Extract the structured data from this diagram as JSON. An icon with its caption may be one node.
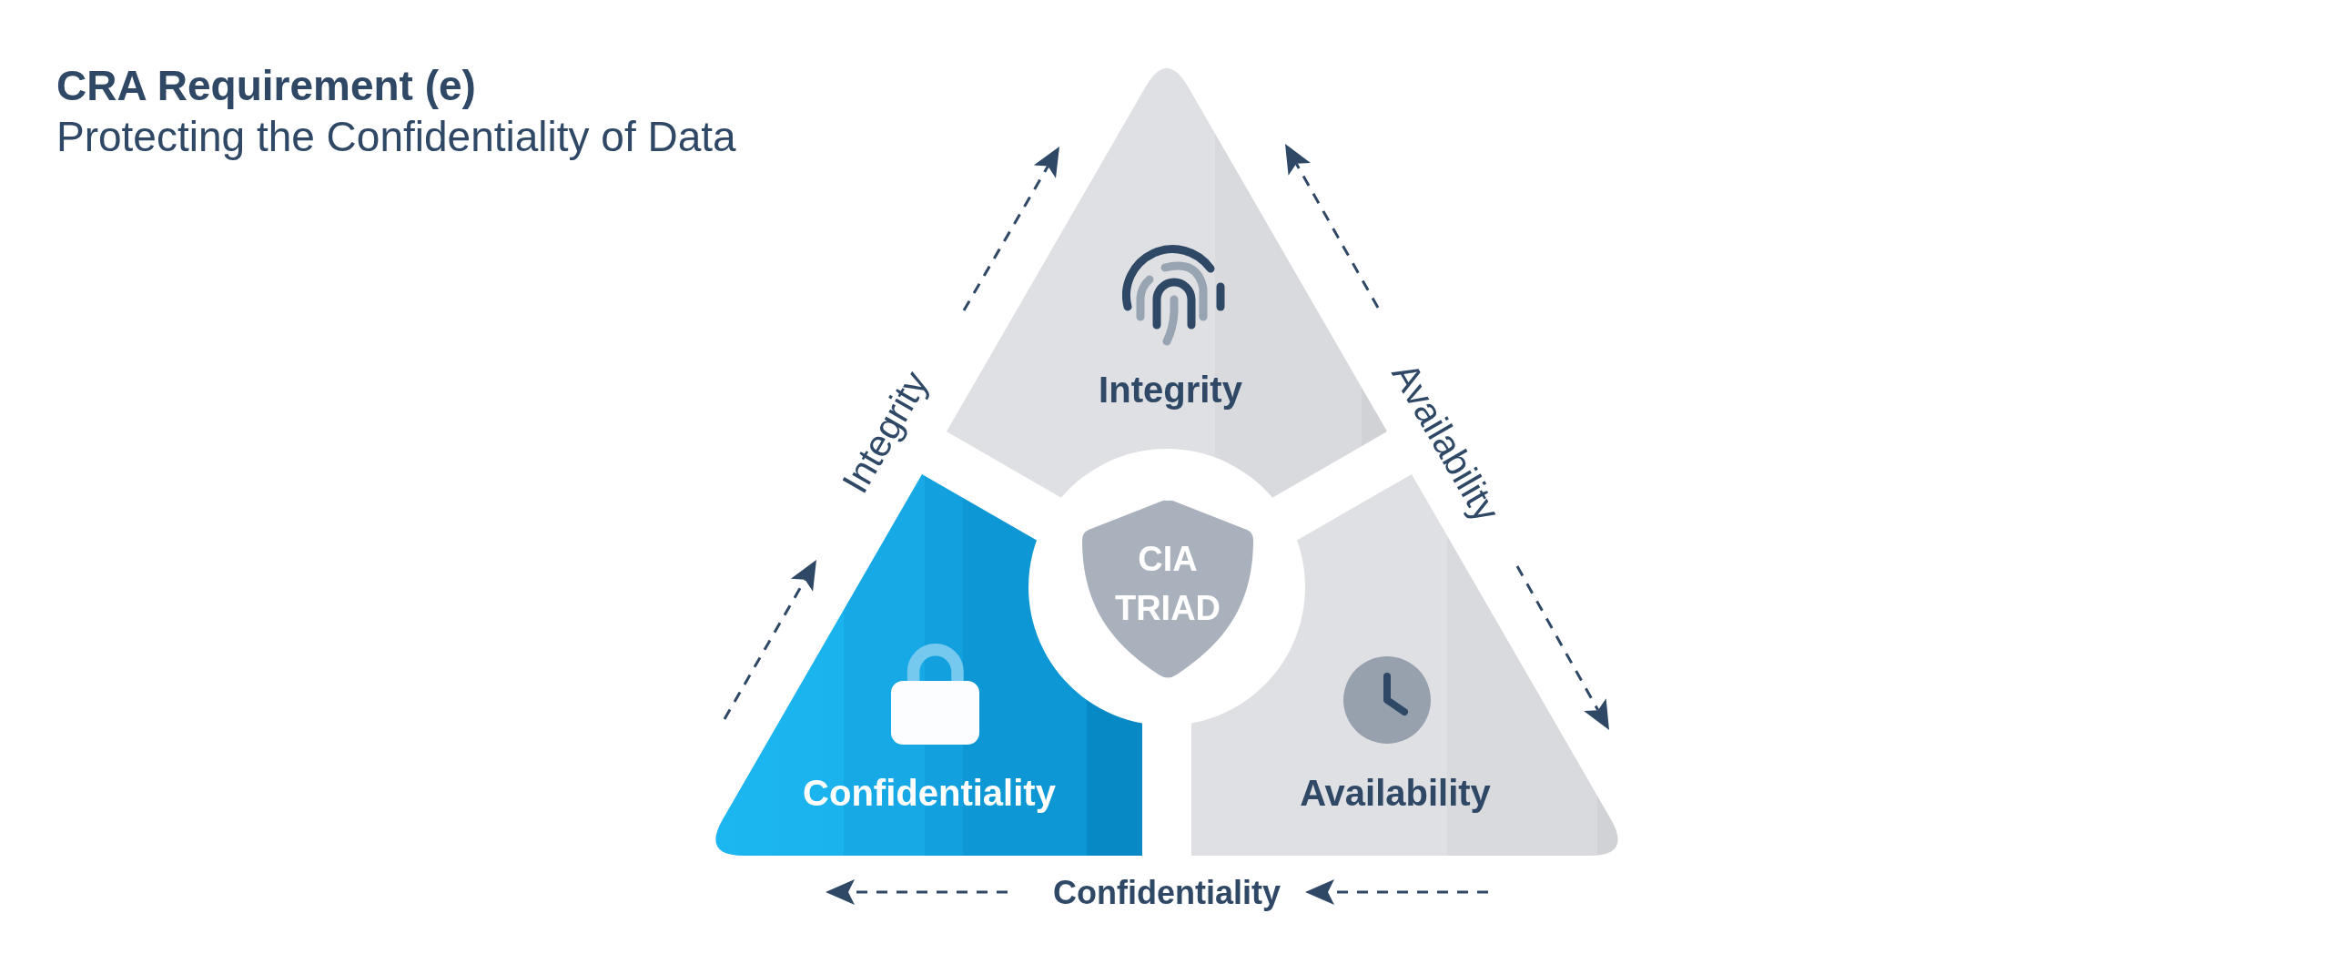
{
  "diagram": {
    "title": "CRA Requirement (e)",
    "nodes": [
      {
        "text": [
          "Integrity"
        ]
      },
      {
        "text": [
          "Confidentiality"
        ]
      },
      {
        "text": [
          "CIA TRIAD"
        ]
      },
      {
        "text": [
          "Availability"
        ]
      }
    ],
    "labels": [
      "Protecting the Confidentiality of Data",
      "Integrity",
      "Availability",
      "Confidentiality"
    ]
  }
}
